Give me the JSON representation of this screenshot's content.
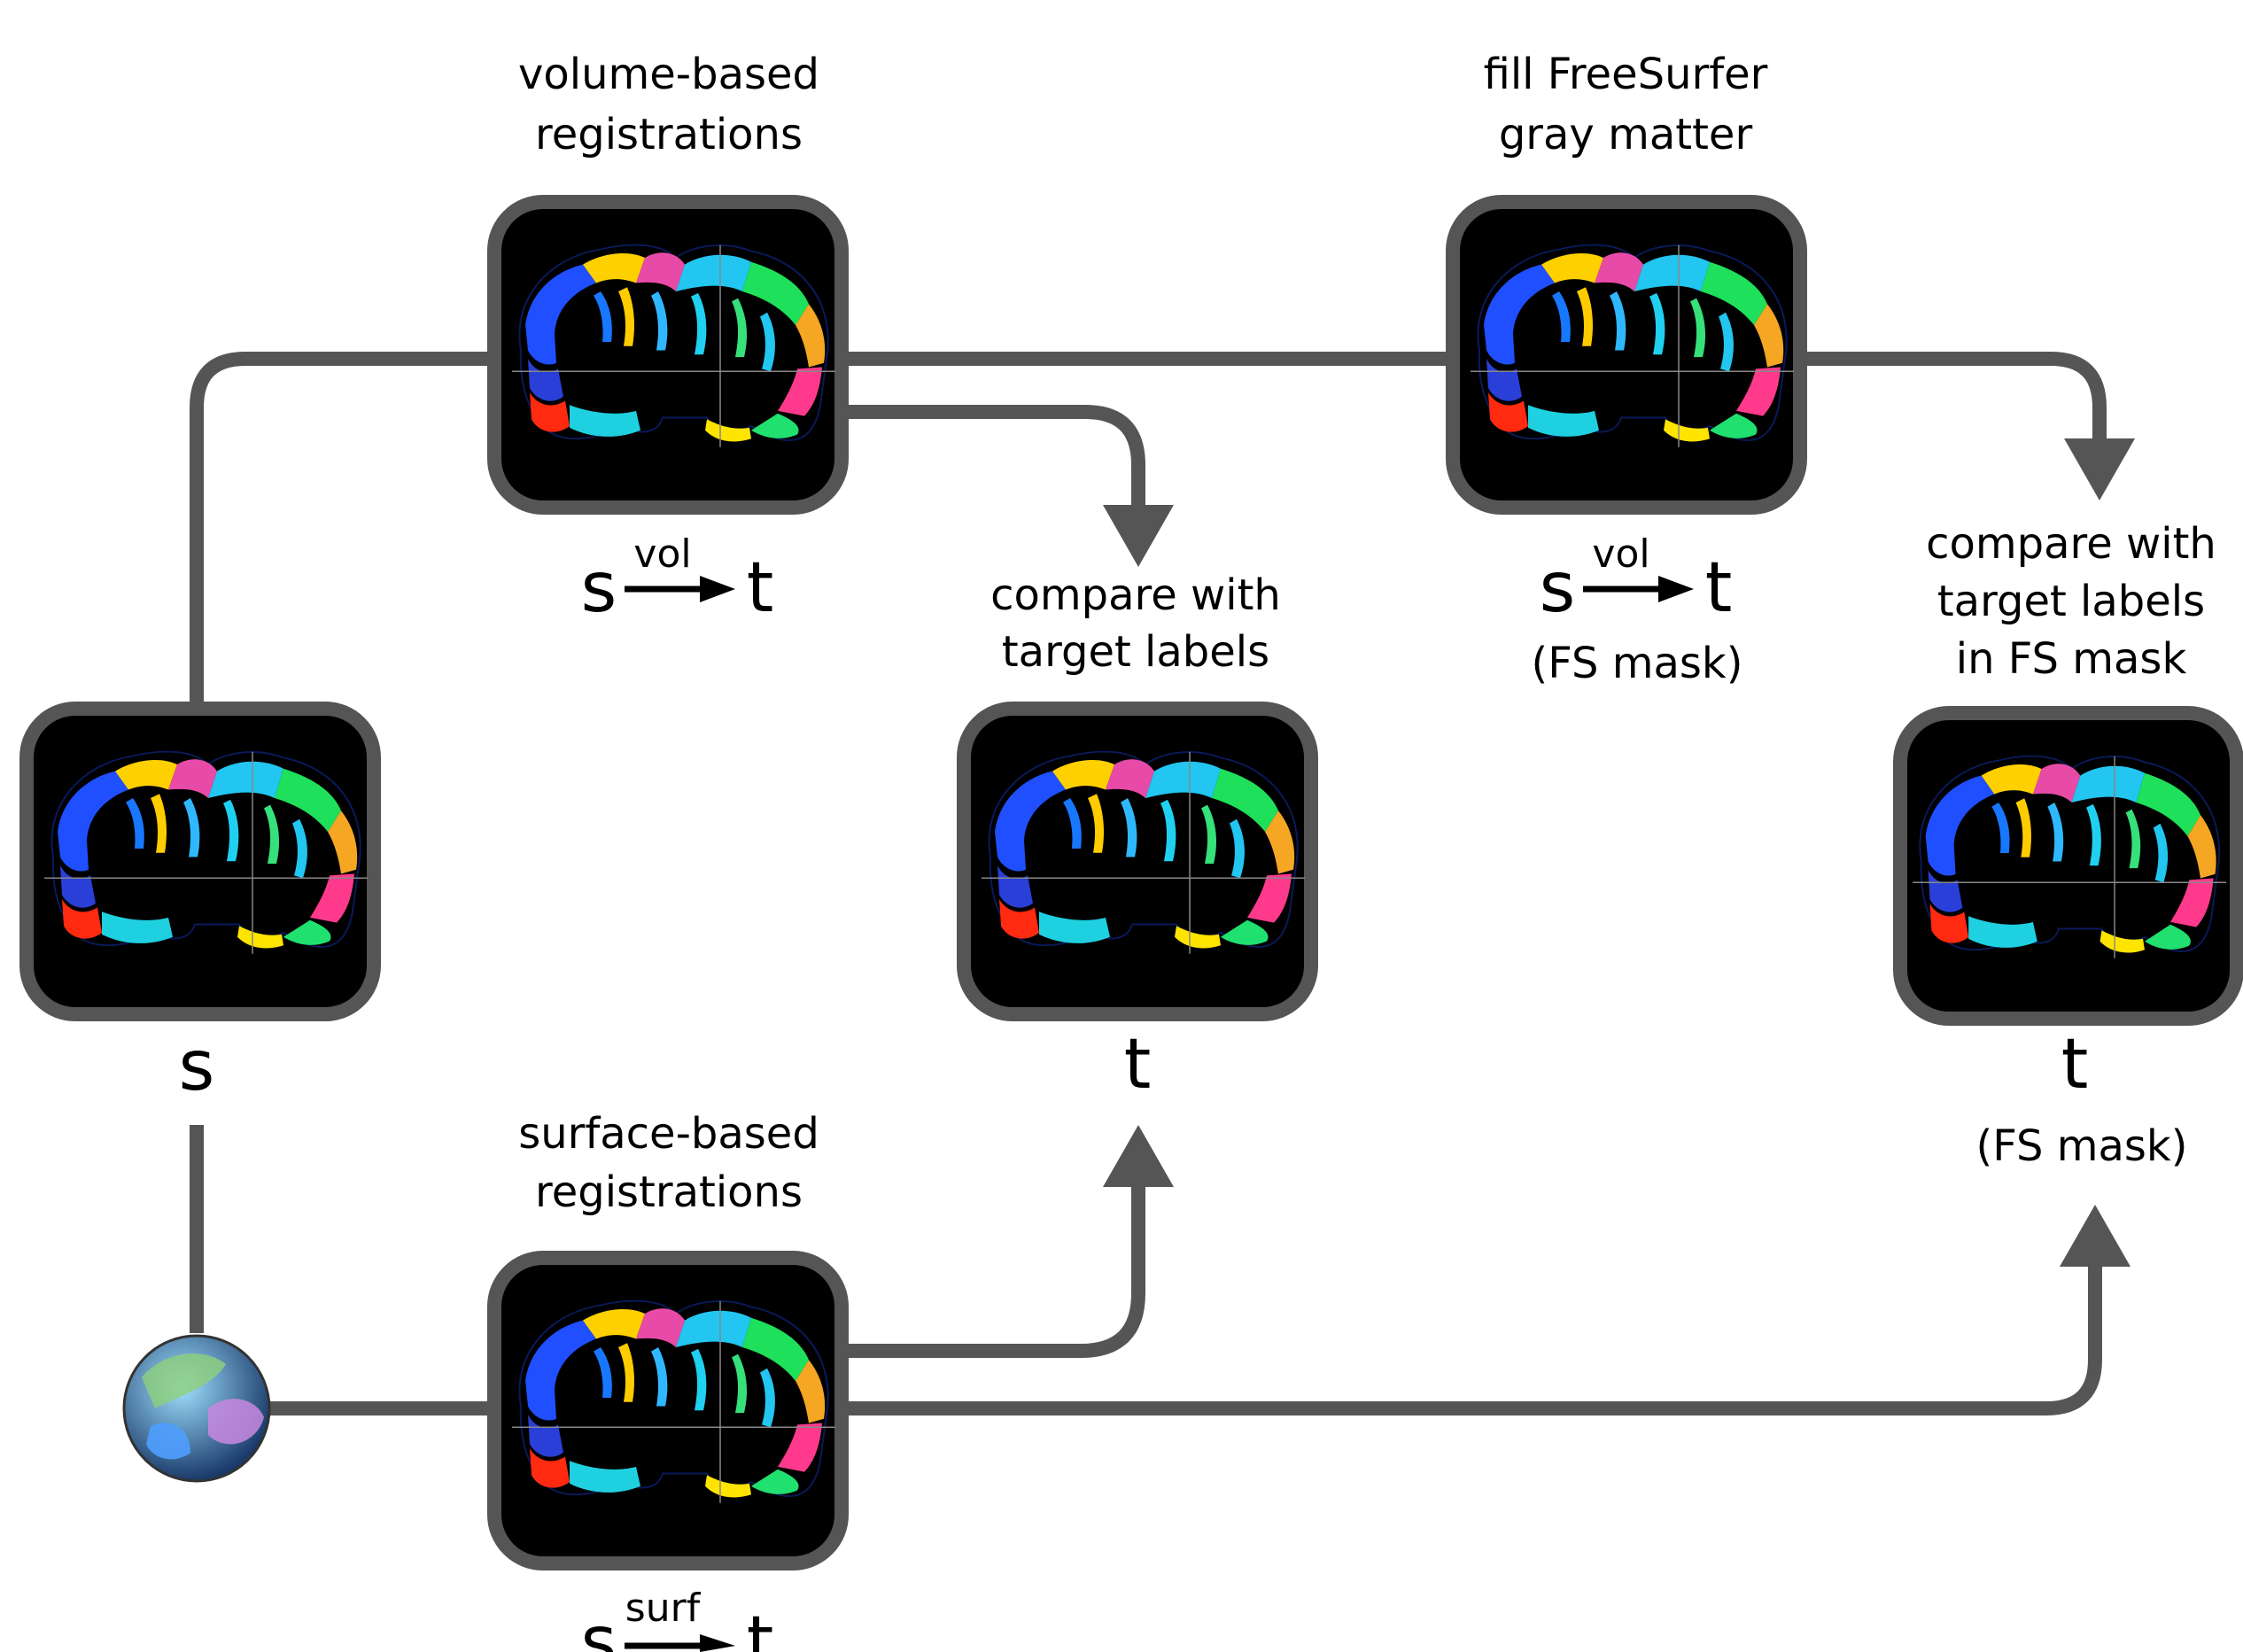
{
  "captions": {
    "volume_line1": "volume-based",
    "volume_line2": "registrations",
    "fill_line1": "fill FreeSurfer",
    "fill_line2": "gray matter",
    "compare1_line1": "compare with",
    "compare1_line2": "target labels",
    "compare2_line1": "compare with",
    "compare2_line2": "target labels",
    "compare2_line3": "in FS mask",
    "surface_line1": "surface-based",
    "surface_line2": "registrations"
  },
  "symbols": {
    "s": "s",
    "t": "t",
    "vol": "vol",
    "surf": "surf",
    "fs_mask": "(FS mask)"
  },
  "colors": {
    "frame": "#555555",
    "line": "#555555",
    "panel_bg": "#000000"
  },
  "icons": [
    "brain-slice-icon",
    "sphere-icon",
    "arrow-icon"
  ]
}
